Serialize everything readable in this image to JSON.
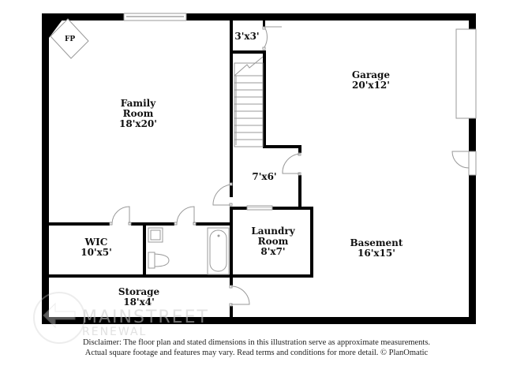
{
  "floorplan": {
    "rooms": [
      {
        "id": "family-room",
        "name_line1": "Family",
        "name_line2": "Room",
        "dims": "18'x20'"
      },
      {
        "id": "closet",
        "dims": "3'x3'"
      },
      {
        "id": "garage",
        "name": "Garage",
        "dims": "20'x12'"
      },
      {
        "id": "hall",
        "dims": "7'x6'"
      },
      {
        "id": "wic",
        "name": "WIC",
        "dims": "10'x5'"
      },
      {
        "id": "laundry-room",
        "name_line1": "Laundry",
        "name_line2": "Room",
        "dims": "8'x7'"
      },
      {
        "id": "basement",
        "name": "Basement",
        "dims": "16'x15'"
      },
      {
        "id": "storage",
        "name": "Storage",
        "dims": "18'x4'"
      }
    ],
    "fireplace_label": "FP",
    "colors": {
      "wall": "#000000",
      "fixture": "#aaaaaa",
      "background": "#ffffff"
    }
  },
  "watermark": {
    "line1": "MAINSTREET",
    "line2": "RENEWAL"
  },
  "disclaimer": {
    "line1": "Disclaimer: The floor plan and stated dimensions in this illustration serve as approximate measurements.",
    "line2": "Actual square footage and features may vary. Read terms and conditions for more detail. © PlanOmatic"
  }
}
